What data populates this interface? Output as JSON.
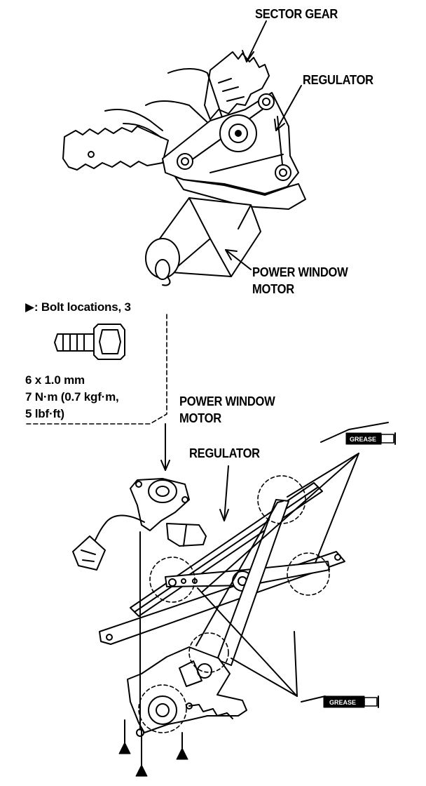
{
  "top_figure": {
    "labels": {
      "sector_gear": "SECTOR GEAR",
      "regulator": "REGULATOR",
      "motor_line1": "POWER WINDOW",
      "motor_line2": "MOTOR"
    }
  },
  "bolt_spec": {
    "marker_symbol": "▶",
    "title": ": Bolt locations, 3",
    "size": "6 x 1.0 mm",
    "torque_line1": "7 N·m (0.7 kgf·m,",
    "torque_line2": "5 lbf·ft)"
  },
  "bottom_figure": {
    "labels": {
      "motor_line1": "POWER WINDOW",
      "motor_line2": "MOTOR",
      "regulator": "REGULATOR"
    },
    "grease_tubes": [
      "GREASE",
      "GREASE"
    ]
  }
}
